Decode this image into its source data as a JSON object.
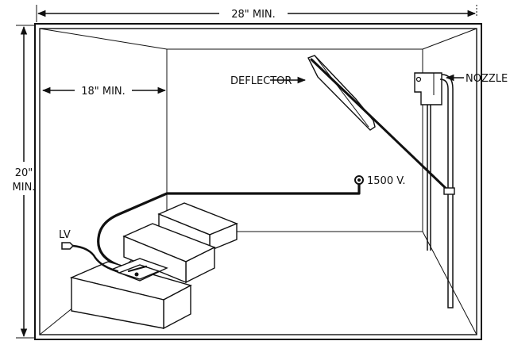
{
  "labels": {
    "width_min": "28\" MIN.",
    "depth_min": "18\" MIN.",
    "height_value": "20\"",
    "height_min": "MIN.",
    "deflector": "DEFLECTOR",
    "nozzle": "NOZZLE",
    "voltage": "1500 V.",
    "lv": "LV"
  },
  "colors": {
    "line": "#111111",
    "background": "#ffffff"
  }
}
